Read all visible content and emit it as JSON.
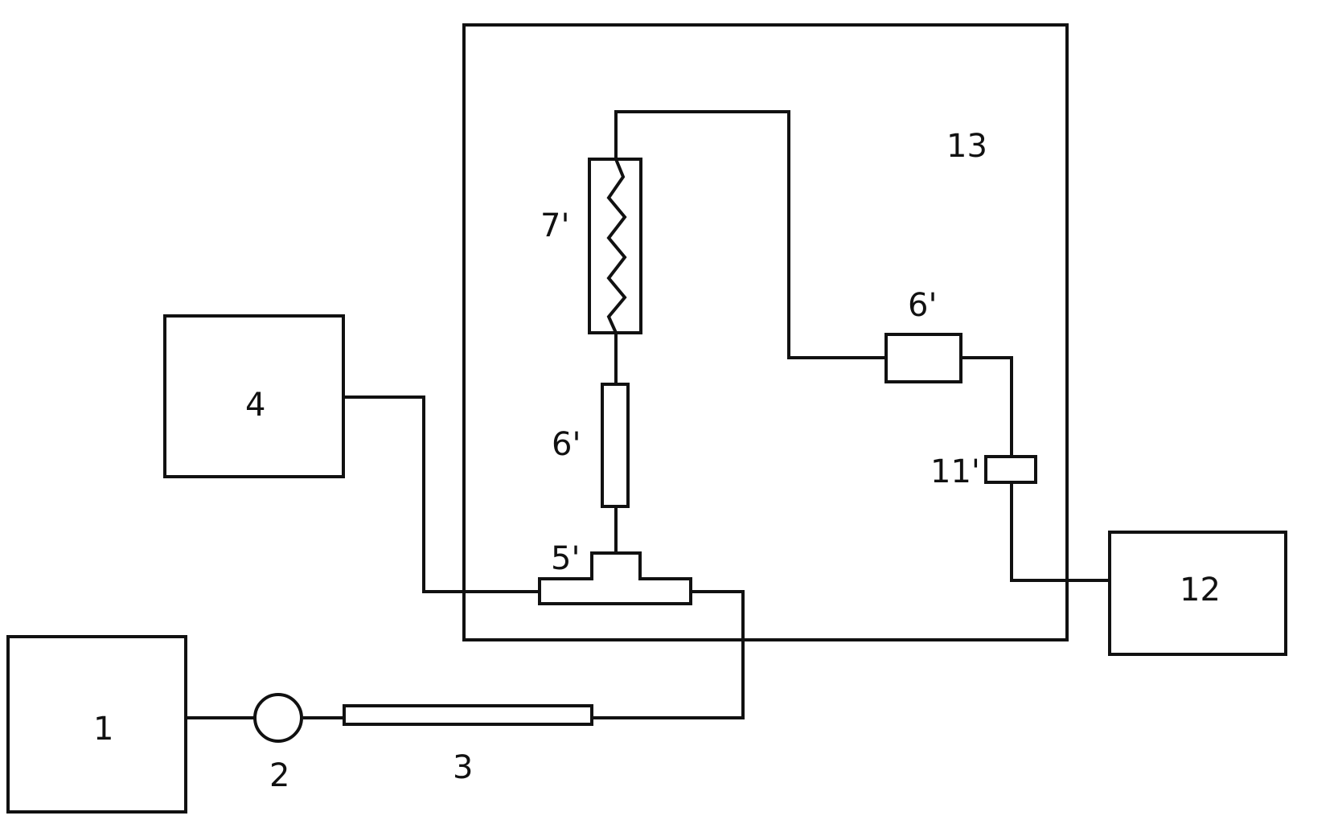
{
  "diagram": {
    "labels": {
      "source": "1",
      "pump": "2",
      "tube": "3",
      "unit4": "4",
      "tee": "5'",
      "column_lower": "6'",
      "column_right": "6'",
      "heater": "7'",
      "sensor": "11'",
      "detector": "12",
      "enclosure": "13"
    },
    "colors": {
      "line": "#111111",
      "background": "#ffffff"
    }
  }
}
